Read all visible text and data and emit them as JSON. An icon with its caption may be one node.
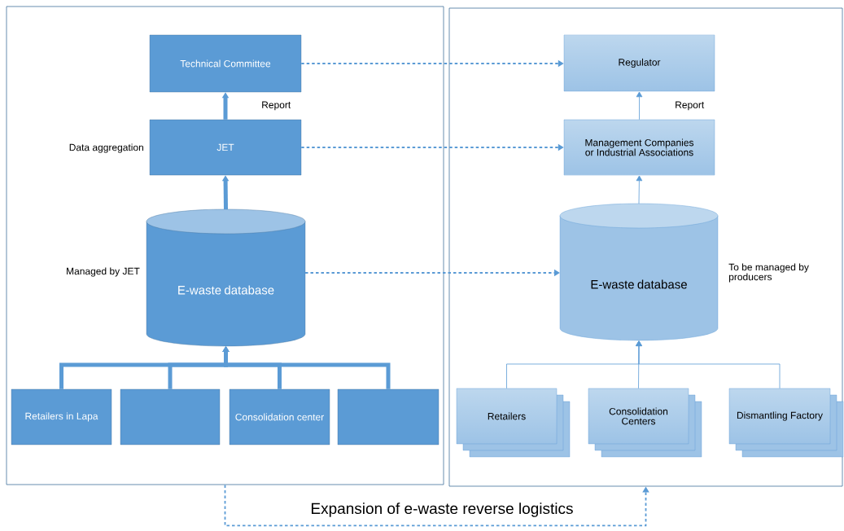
{
  "diagram": {
    "nodes": [
      {
        "text": [],
        "shape": "box"
      },
      {
        "text": [
          "Technical Committee"
        ],
        "in": 0
      },
      {
        "text": [
          "JET"
        ],
        "in": 0,
        "beside": [
          "Data aggregation"
        ]
      },
      {
        "text": [
          "E-waste database"
        ],
        "in": 0,
        "beside": [
          "Managed by JET"
        ]
      },
      {
        "text": [
          "Retailers in Lapa"
        ],
        "in": 0
      },
      {
        "text": [],
        "shape": "box",
        "in": 0
      },
      {
        "text": [
          "Consolidation center"
        ],
        "in": 0
      },
      {
        "text": [],
        "shape": "box",
        "in": 0
      },
      {
        "text": [],
        "shape": "box"
      },
      {
        "text": [
          "Regulator"
        ],
        "in": 8
      },
      {
        "text": [
          "Management Companies or Industrial Associations"
        ],
        "in": 8
      },
      {
        "text": [
          "E-waste database"
        ],
        "in": 8,
        "beside": [
          "To be managed by producers"
        ]
      },
      {
        "text": [
          "Retailers"
        ],
        "in": 8
      },
      {
        "text": [
          "Consolidation Centers"
        ],
        "in": 8
      },
      {
        "text": [
          "Dismantling Factory"
        ],
        "in": 8
      }
    ],
    "edges": [
      {
        "from": 2,
        "to": 1,
        "arrow": "to",
        "style": "thick",
        "label": "Report"
      },
      {
        "from": 3,
        "to": 2,
        "arrow": "to",
        "style": "thick"
      },
      {
        "from": 4,
        "to": 3,
        "arrow": "to",
        "style": "thick"
      },
      {
        "from": 5,
        "to": 3,
        "arrow": "to",
        "style": "thick"
      },
      {
        "from": 6,
        "to": 3,
        "arrow": "to",
        "style": "thick"
      },
      {
        "from": 7,
        "to": 3,
        "arrow": "to",
        "style": "thick"
      },
      {
        "from": 1,
        "to": 9,
        "arrow": "to",
        "style": "dashed"
      },
      {
        "from": 2,
        "to": 10,
        "arrow": "to",
        "style": "dashed"
      },
      {
        "from": 3,
        "to": 11,
        "arrow": "to",
        "style": "dashed"
      },
      {
        "from": 10,
        "to": 9,
        "arrow": "to",
        "label": "Report"
      },
      {
        "from": 11,
        "to": 10,
        "arrow": "to"
      },
      {
        "from": 12,
        "to": 11,
        "arrow": "to"
      },
      {
        "from": 13,
        "to": 11,
        "arrow": "to"
      },
      {
        "from": 14,
        "to": 11,
        "arrow": "to"
      },
      {
        "from": 0,
        "to": 8,
        "arrow": "to",
        "style": "dashed",
        "label": "Expansion of e-waste reverse logistics"
      }
    ]
  }
}
